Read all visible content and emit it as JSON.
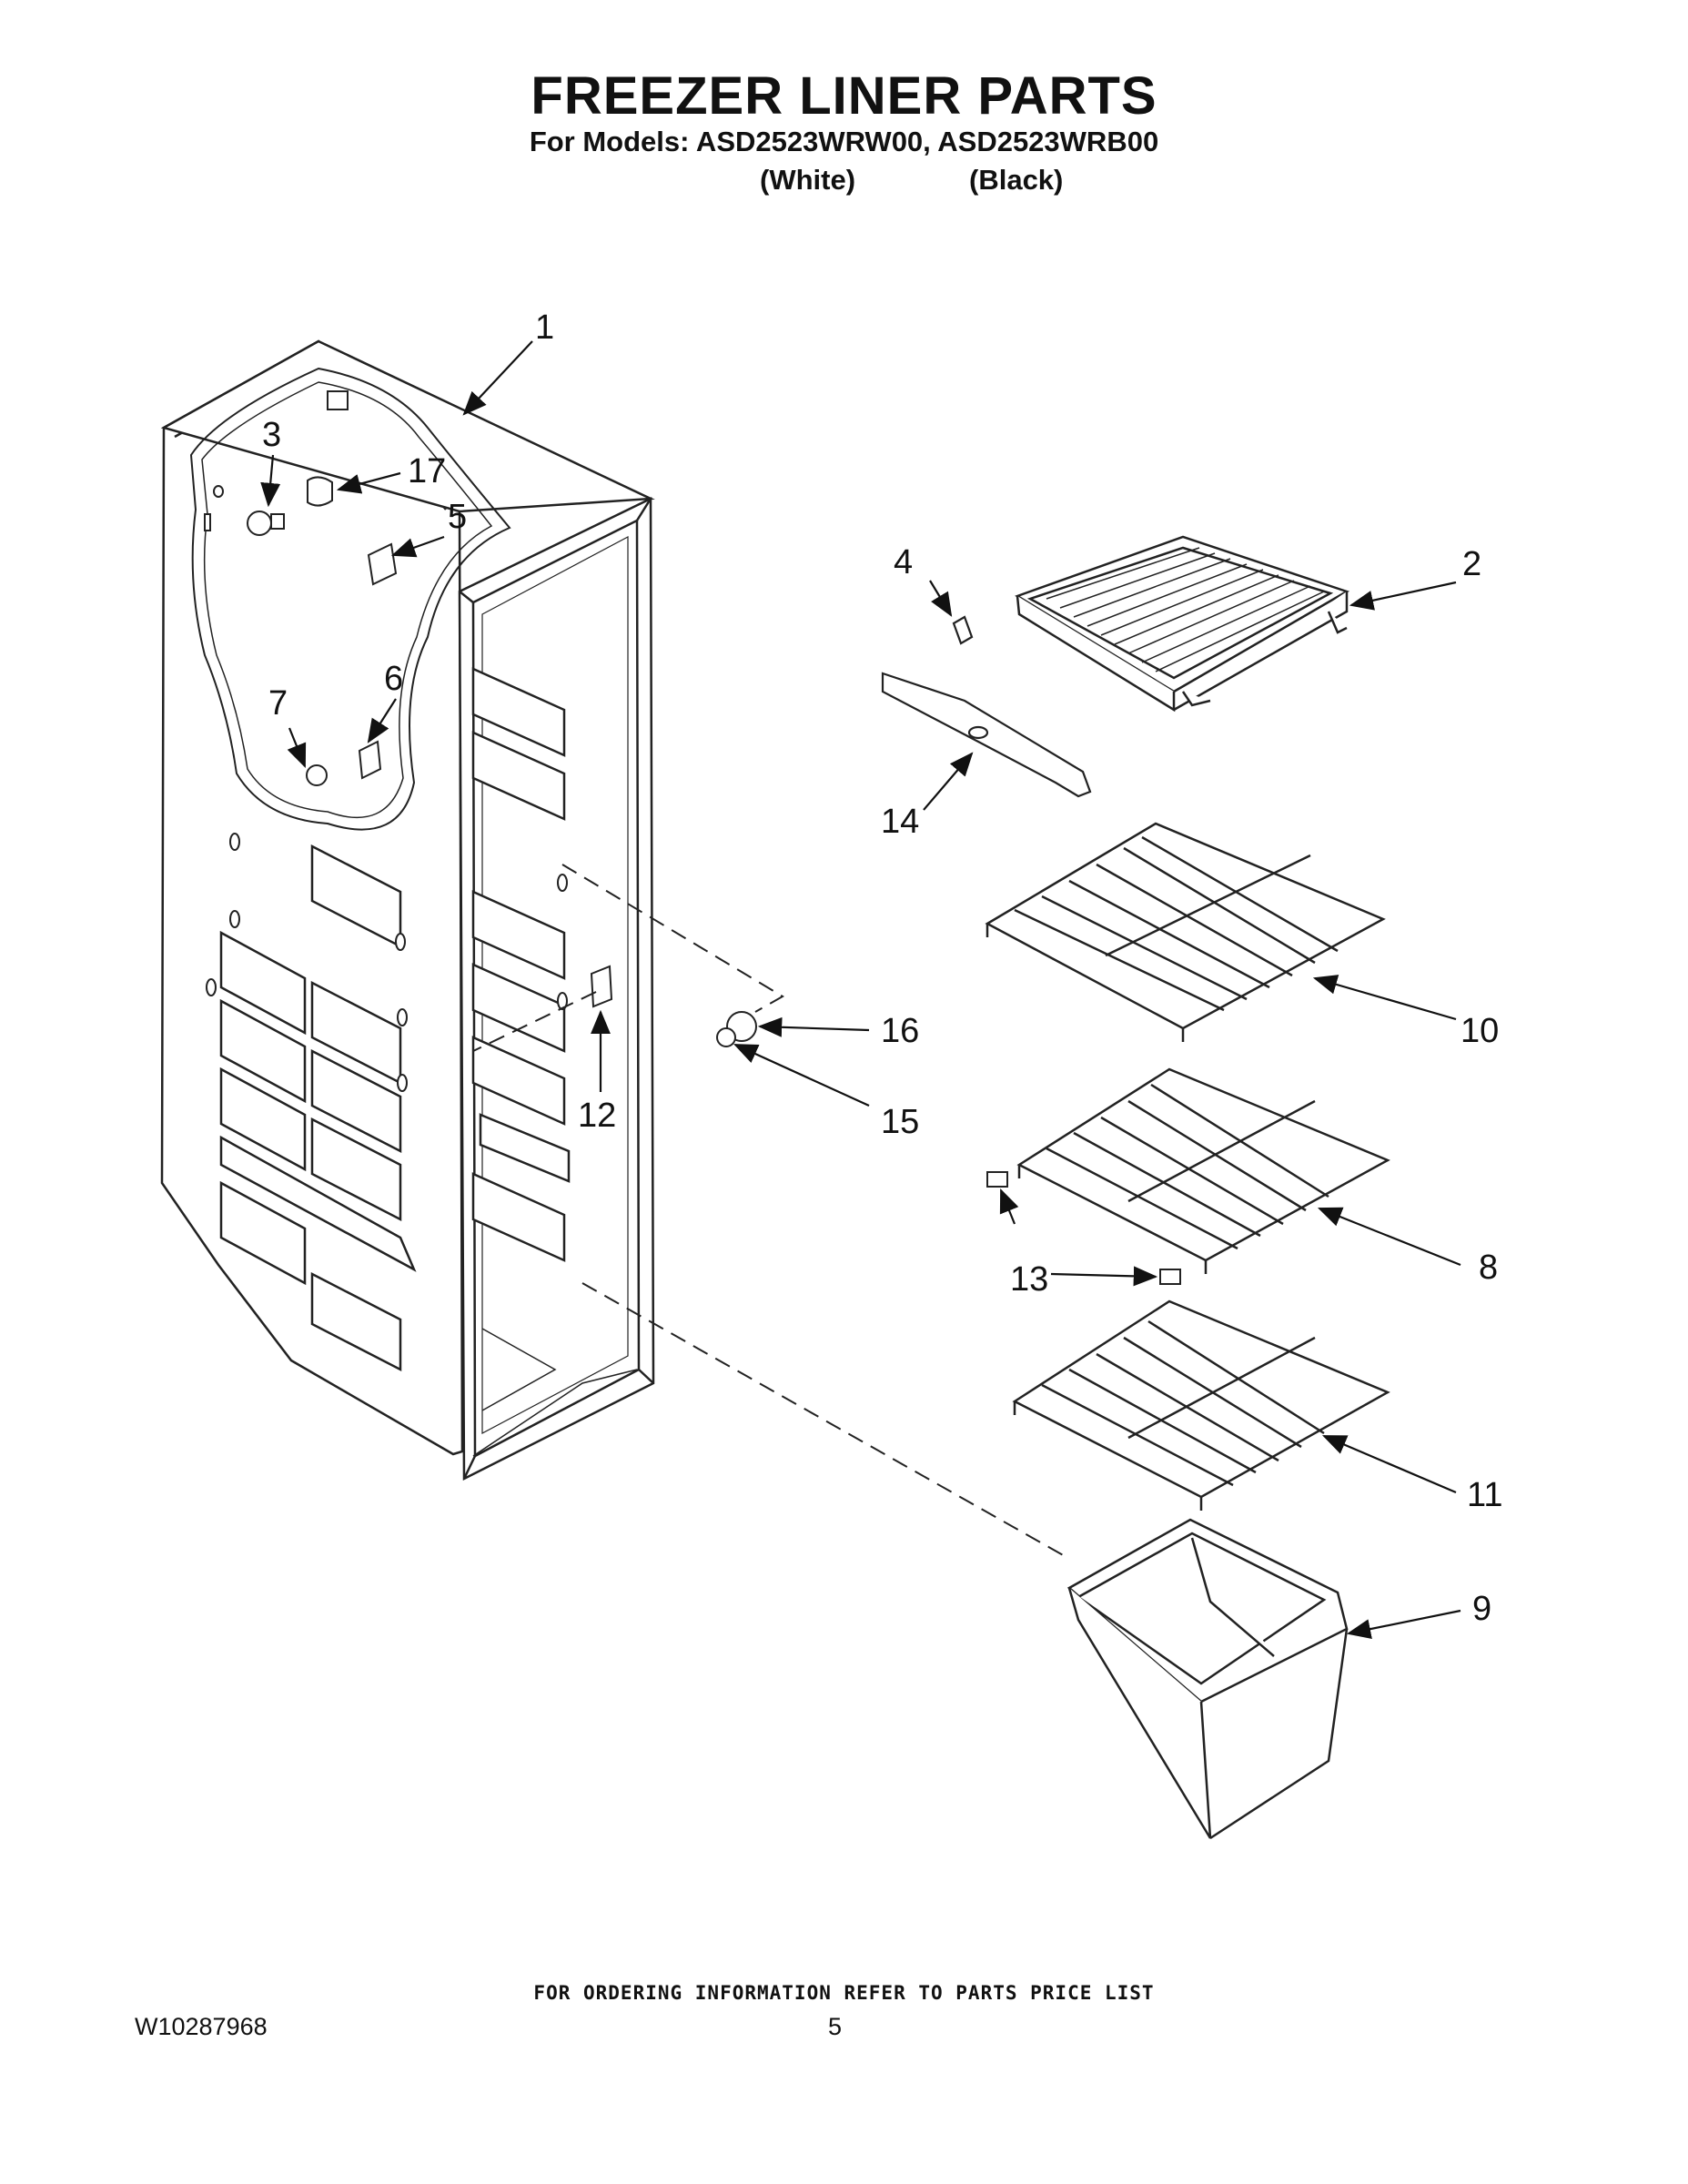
{
  "header": {
    "title": "FREEZER LINER PARTS",
    "models_line": "For Models: ASD2523WRW00, ASD2523WRB00",
    "variant_white": "(White)",
    "variant_black": "(Black)"
  },
  "callouts": [
    "1",
    "2",
    "3",
    "4",
    "5",
    "6",
    "7",
    "8",
    "9",
    "10",
    "11",
    "12",
    "13",
    "14",
    "15",
    "16",
    "17"
  ],
  "footer": {
    "ordering_note": "FOR ORDERING INFORMATION REFER TO PARTS PRICE LIST",
    "document_number": "W10287968",
    "page_number": "5"
  }
}
